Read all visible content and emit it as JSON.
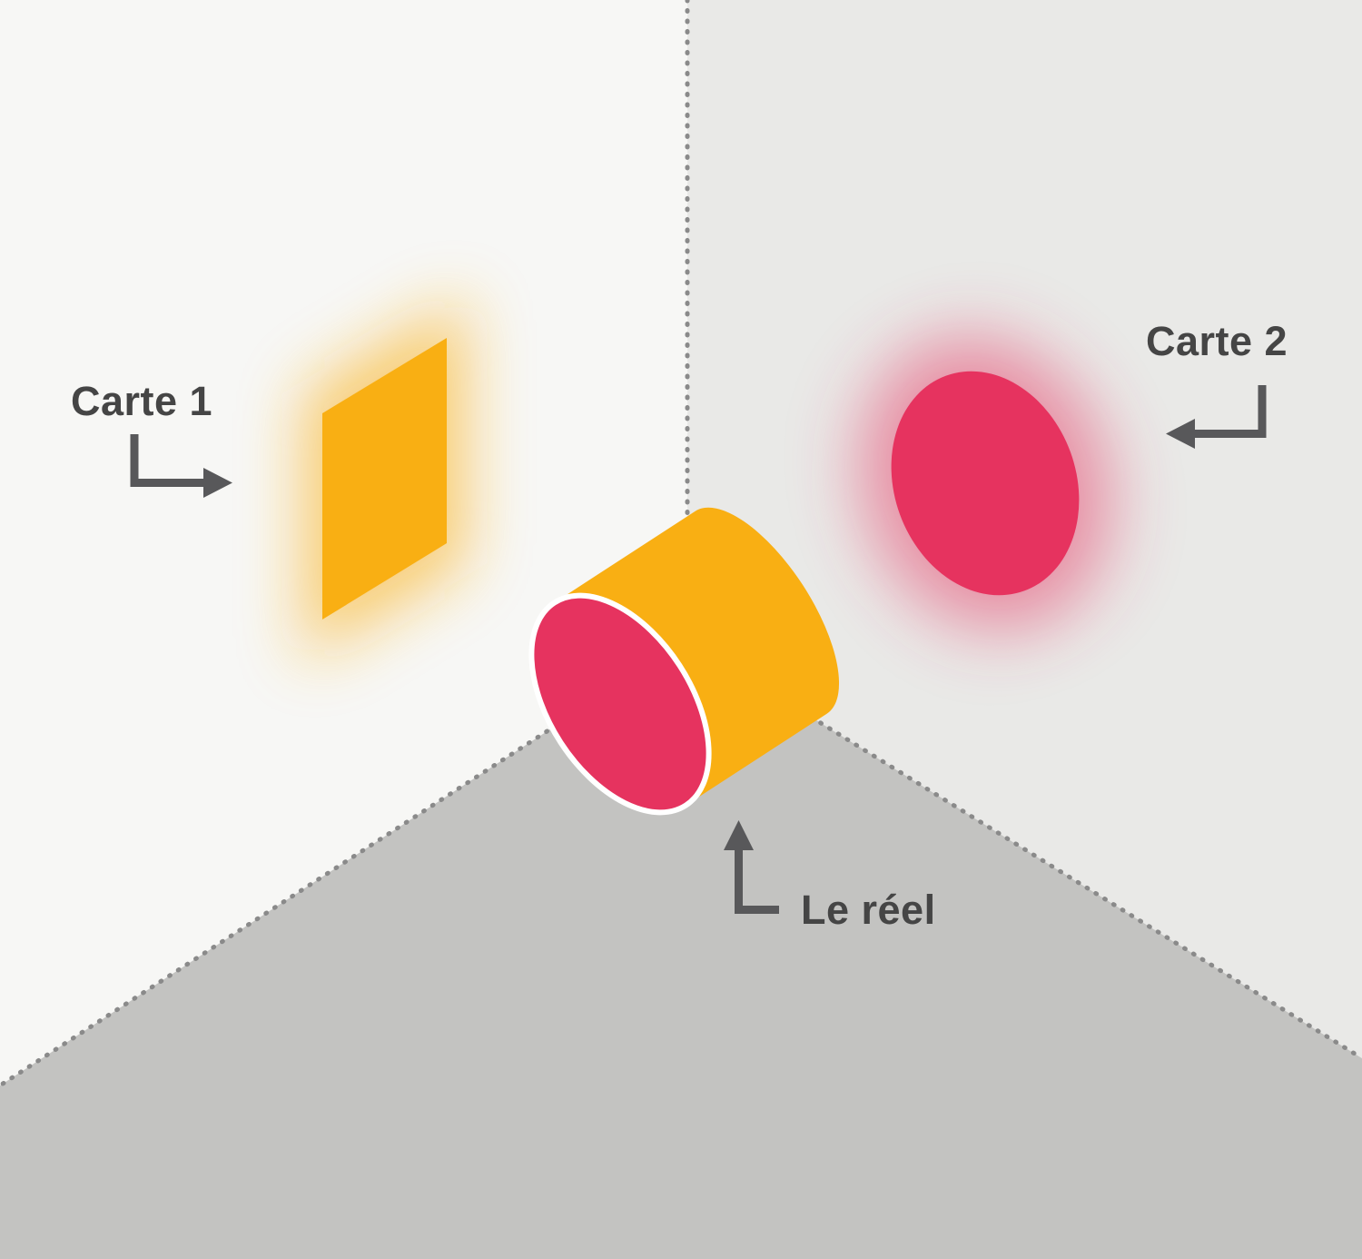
{
  "diagram": {
    "labels": {
      "carte1": "Carte 1",
      "carte2": "Carte 2",
      "reel": "Le réel"
    },
    "colors": {
      "yellow": "#F9AF13",
      "pink": "#E6335F",
      "left_wall": "#F7F7F5",
      "right_wall": "#E9E9E7",
      "floor": "#C3C3C1",
      "dashed_line": "#8A8A8A",
      "arrow": "#58585A",
      "label_text": "#454545",
      "face_outline": "#FFFFFF"
    }
  }
}
